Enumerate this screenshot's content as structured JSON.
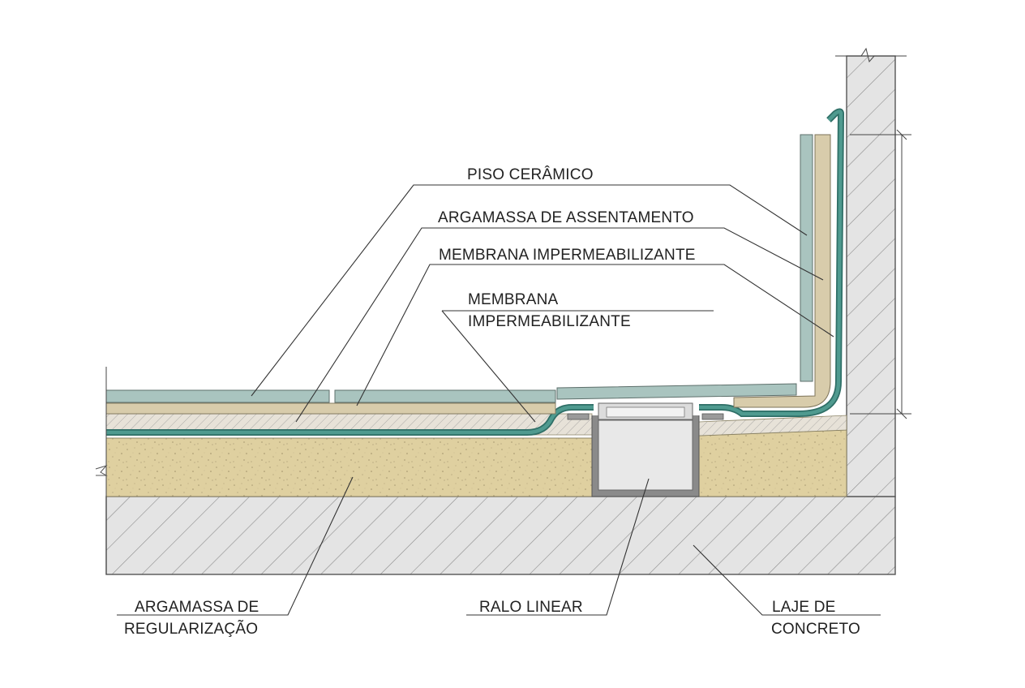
{
  "labels": {
    "piso_ceramico": "PISO CERÂMICO",
    "argamassa_assentamento": "ARGAMASSA DE ASSENTAMENTO",
    "membrana_upper": "MEMBRANA IMPERMEABILIZANTE",
    "membrana_lower_line1": "MEMBRANA",
    "membrana_lower_line2": "IMPERMEABILIZANTE",
    "argamassa_regularizacao_line1": "ARGAMASSA DE",
    "argamassa_regularizacao_line2": "REGULARIZAÇÃO",
    "ralo_linear": "RALO LINEAR",
    "laje_line1": "LAJE DE",
    "laje_line2": "CONCRETO"
  },
  "colors": {
    "tile": "#a9c4bf",
    "setting_mortar": "#d8ccab",
    "membrane": "#3f8a80",
    "screed": "#dfd0a0",
    "concrete": "#e3e3e3",
    "drain_body": "#e8e8e8",
    "drain_frame": "#8a8a8a"
  }
}
